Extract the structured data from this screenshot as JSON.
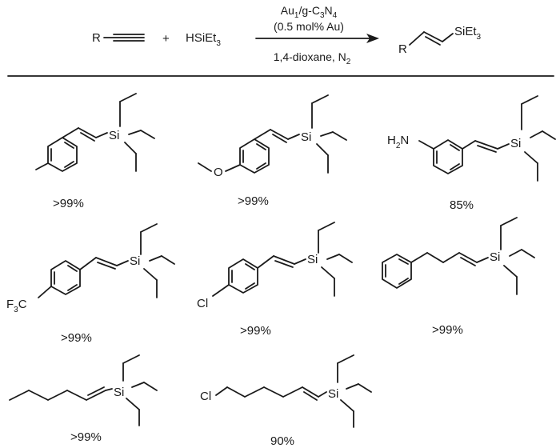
{
  "reaction": {
    "reactant_r": "R",
    "plus": "+",
    "silane": "HSiEt",
    "silane_sub": "3",
    "catalyst_main": "Au",
    "catalyst_sub1": "1",
    "catalyst_mid": "/g-C",
    "catalyst_sub2": "3",
    "catalyst_n": "N",
    "catalyst_sub3": "4",
    "loading": "(0.5 mol% Au)",
    "conditions_main": "1,4-dioxane, N",
    "conditions_sub": "2",
    "product_r": "R",
    "product_si": "SiEt",
    "product_sub": "3"
  },
  "compounds": [
    {
      "id": "c1",
      "yield": ">99%"
    },
    {
      "id": "c2",
      "yield": ">99%"
    },
    {
      "id": "c3",
      "yield": "85%",
      "label": "H",
      "label_sub": "2",
      "label_n": "N"
    },
    {
      "id": "c4",
      "yield": ">99%",
      "label": "F",
      "label_sub": "3",
      "label_c": "C"
    },
    {
      "id": "c5",
      "yield": ">99%",
      "label": "Cl"
    },
    {
      "id": "c6",
      "yield": ">99%"
    },
    {
      "id": "c7",
      "yield": ">99%"
    },
    {
      "id": "c8",
      "yield": "90%",
      "label": "Cl"
    }
  ],
  "atom_si": "Si",
  "atom_o": "O",
  "colors": {
    "ink": "#1a1a1a",
    "background": "#ffffff"
  }
}
